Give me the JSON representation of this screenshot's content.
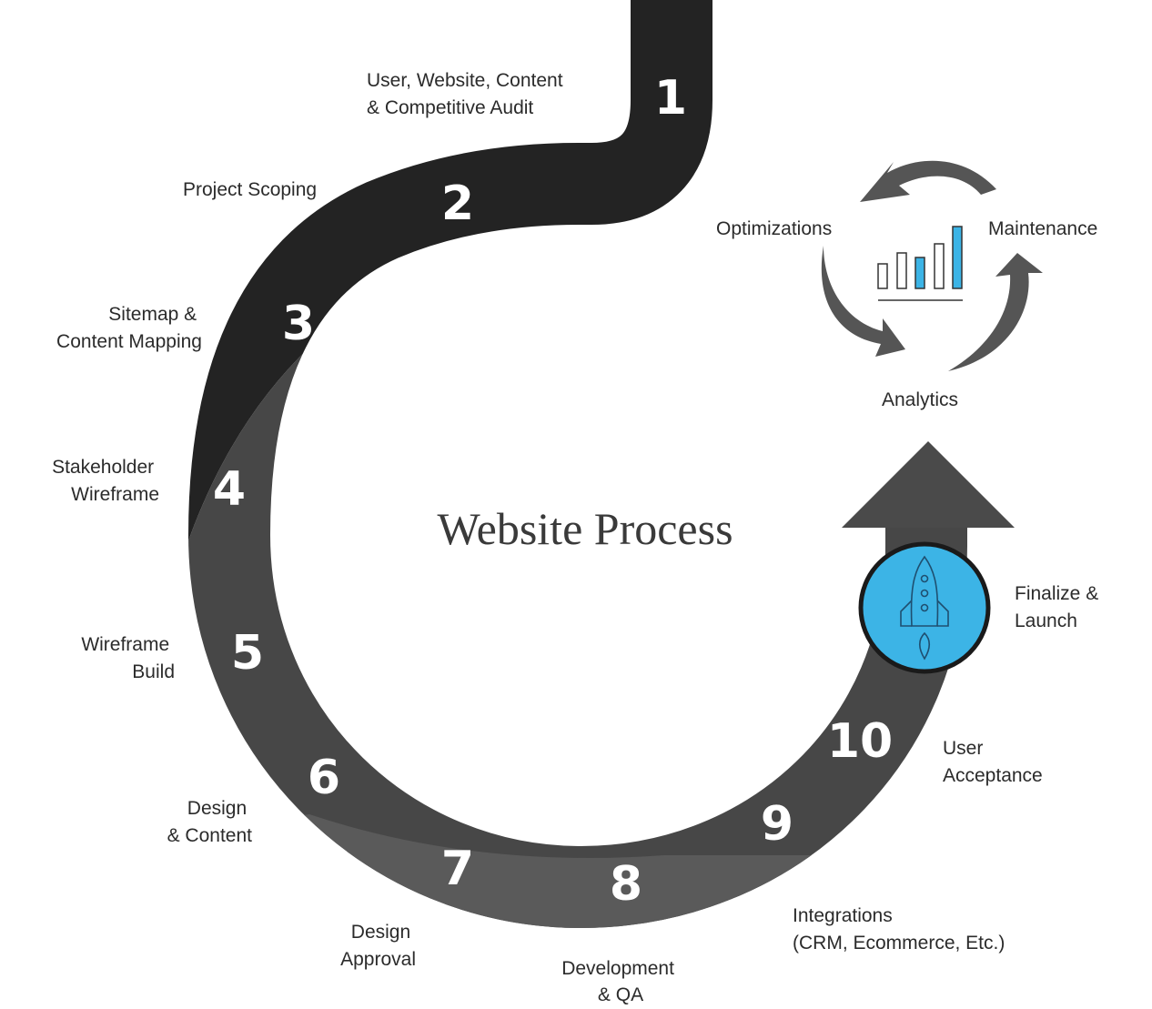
{
  "title": "Website Process",
  "steps": [
    {
      "number": "1",
      "label_lines": [
        "User, Website, Content",
        "& Competitive Audit"
      ]
    },
    {
      "number": "2",
      "label_lines": [
        "Project Scoping"
      ]
    },
    {
      "number": "3",
      "label_lines": [
        "Sitemap &",
        "Content Mapping"
      ]
    },
    {
      "number": "4",
      "label_lines": [
        "Stakeholder",
        "Wireframe"
      ]
    },
    {
      "number": "5",
      "label_lines": [
        "Wireframe",
        "Build"
      ]
    },
    {
      "number": "6",
      "label_lines": [
        "Design",
        "& Content"
      ]
    },
    {
      "number": "7",
      "label_lines": [
        "Design",
        "Approval"
      ]
    },
    {
      "number": "8",
      "label_lines": [
        "Development",
        "& QA"
      ]
    },
    {
      "number": "9",
      "label_lines": [
        "Integrations",
        "(CRM, Ecommerce, Etc.)"
      ]
    },
    {
      "number": "10",
      "label_lines": [
        "User",
        "Acceptance"
      ]
    }
  ],
  "launch": {
    "label_lines": [
      "Finalize &",
      "Launch"
    ],
    "icon": "rocket-icon"
  },
  "cycle": {
    "labels": {
      "top_left": "Optimizations",
      "top_right": "Maintenance",
      "bottom": "Analytics"
    },
    "icon": "bar-chart-icon"
  },
  "colors": {
    "dark": "#232323",
    "mid": "#474747",
    "light": "#5a5a5a",
    "accent": "#3cb4e6"
  }
}
